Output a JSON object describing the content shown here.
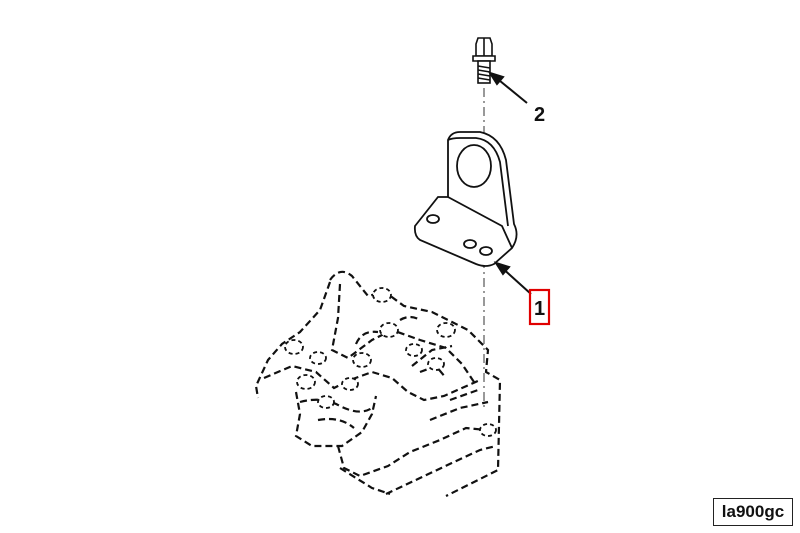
{
  "figure": {
    "code": "la900gc",
    "callouts": [
      {
        "number": "1",
        "part": "bracket",
        "highlighted": true
      },
      {
        "number": "2",
        "part": "bolt",
        "highlighted": false
      }
    ],
    "highlight_color": "#e00000",
    "line_color": "#111111"
  }
}
